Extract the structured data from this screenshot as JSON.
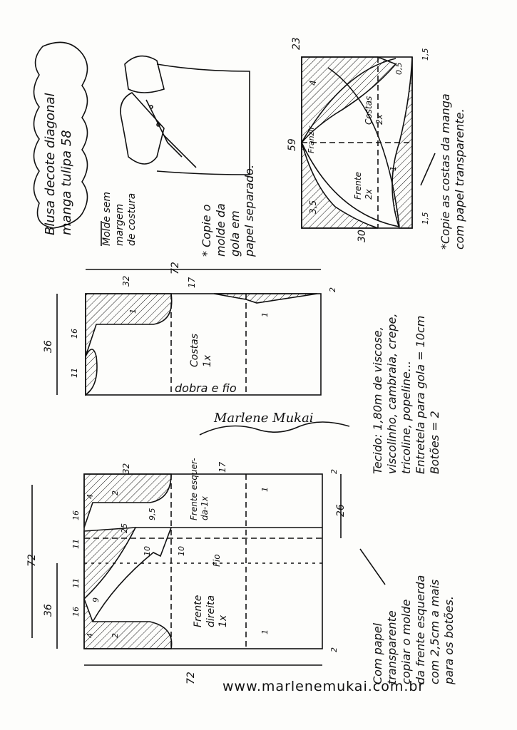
{
  "title": {
    "line1": "Blusa decote diagonal",
    "line2": "manga tulipa 58"
  },
  "seam_note": {
    "line1": "Molde sem",
    "line2": "margem",
    "line3": "de costura"
  },
  "collar_note": {
    "line1": "* Copie o",
    "line2": "molde da",
    "line3": "gola em",
    "line4": "papel separado."
  },
  "sleeve_note": {
    "line1": "*Copie as costas da manga",
    "line2": "com papel transparente."
  },
  "sleeve": {
    "costas_label": "Costas",
    "costas_qty": "2x",
    "frente_label": "Frente",
    "frente_qty": "2x",
    "franzir_label": "Franzir",
    "dims": {
      "width_top": "23",
      "width_bottom": "30",
      "height": "59",
      "d_3_5": "3,5",
      "d_4": "4",
      "d_0_5": "0,5",
      "d_1_5_top": "1,5",
      "d_1_5_bottom": "1,5",
      "d_1": "1"
    }
  },
  "back": {
    "label": "Costas",
    "qty": "1x",
    "fold": "dobra e fio",
    "dims": {
      "total_width": "72",
      "w32": "32",
      "w17": "17",
      "h36": "36",
      "h16": "16",
      "h11": "11",
      "d2": "2",
      "d1": "1",
      "d1b": "1"
    }
  },
  "front": {
    "left_label": "Frente esquer-",
    "left_label2": "da-1x",
    "right_label": "Frente",
    "right_label2": "direita",
    "right_qty": "1x",
    "grain": "Fio",
    "dims": {
      "total_width": "72",
      "height_72": "72",
      "w32": "32",
      "w17": "17",
      "h36": "36",
      "h16a": "16",
      "h11a": "11",
      "h11b": "11",
      "h16b": "16",
      "h26": "26",
      "h10": "10",
      "d9_5": "9,5",
      "d25": "25",
      "d10": "10",
      "d9": "9",
      "d2a": "2",
      "d2b": "2",
      "d4a": "4",
      "d4b": "4",
      "d2top": "2",
      "d2bot": "2",
      "d1a": "1",
      "d1b": "1"
    }
  },
  "fabric": {
    "line1": "Tecido: 1,80m de viscose,",
    "line2": "viscolinho, cambraia, crepe,",
    "line3": "tricoline, popeline...",
    "line4": "Entretela para gola = 10cm",
    "line5": "Botões = 2"
  },
  "front_note": {
    "line1": "Com papel",
    "line2": "transparente",
    "line3": "copiar o molde",
    "line4": "da frente esquerda",
    "line5": "com 2,5cm a mais",
    "line6": "para os botões."
  },
  "signature": "Marlene Mukai",
  "website": "www.marlenemukai.com.br",
  "colors": {
    "ink": "#111111",
    "paper": "#fdfdfb"
  }
}
